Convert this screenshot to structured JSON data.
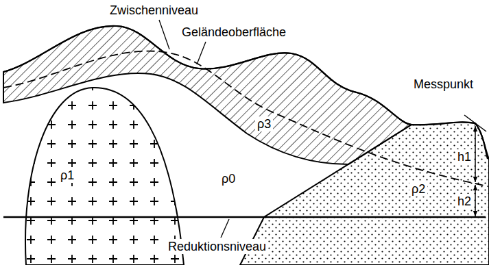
{
  "diagram": {
    "nodes": [
      {
        "text": [
          "ρ1"
        ]
      },
      {
        "text": [
          "ρ3"
        ]
      },
      {
        "text": [
          "ρ2"
        ]
      }
    ],
    "labels": [
      "Zwischenniveau",
      "Geländeoberfläche",
      "Messpunkt",
      "ρ0",
      "h1",
      "h2",
      "Reduktionsniveau"
    ]
  }
}
